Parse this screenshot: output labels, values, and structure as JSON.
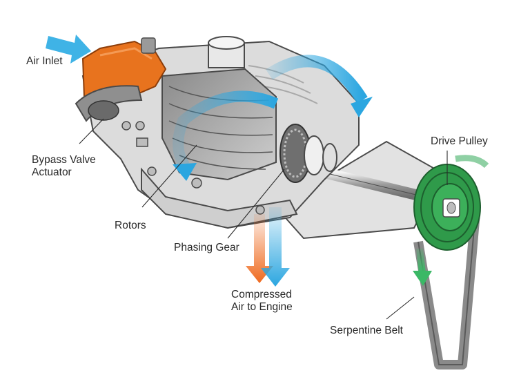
{
  "diagram": {
    "labels": {
      "air_inlet": "Air Inlet",
      "bypass_valve_line1": "Bypass Valve",
      "bypass_valve_line2": "Actuator",
      "rotors": "Rotors",
      "phasing_gear": "Phasing Gear",
      "compressed_line1": "Compressed",
      "compressed_line2": "Air to Engine",
      "drive_pulley": "Drive Pulley",
      "serpentine_belt": "Serpentine Belt"
    },
    "colors": {
      "inlet_blue": "#3fb3e6",
      "compressed_blue": "#2ba6e0",
      "compressed_orange": "#ef6a1f",
      "housing_orange": "#e8731e",
      "pulley_green": "#2f9a4a",
      "rotation_green": "#8fd0a4",
      "body_gray": "#d9d9d9",
      "outline": "#4a4a4a"
    }
  }
}
